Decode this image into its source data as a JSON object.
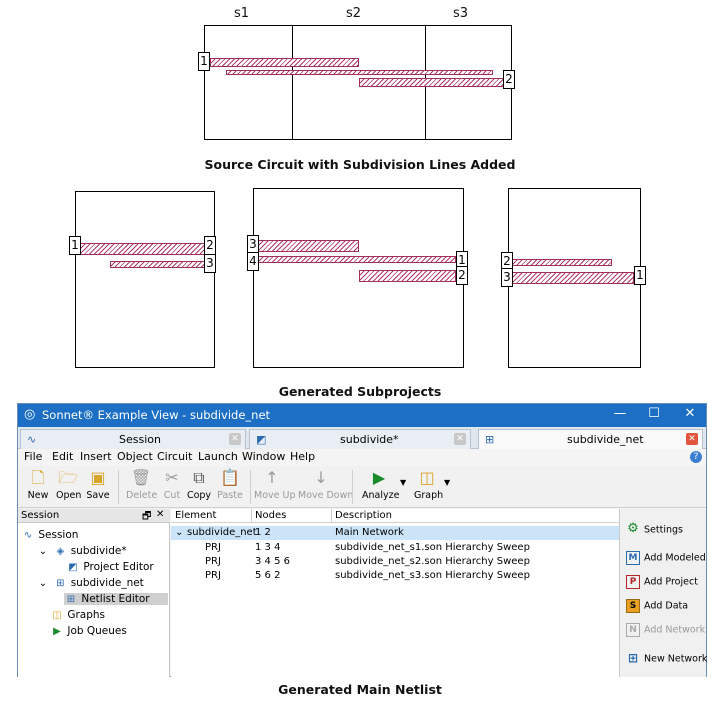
{
  "figure": {
    "segment_labels": [
      "s1",
      "s2",
      "s3"
    ],
    "captions": {
      "source": "Source Circuit with Subdivision Lines Added",
      "subprojects": "Generated Subprojects",
      "main_netlist": "Generated Main Netlist"
    },
    "source_ports": [
      "1",
      "2"
    ],
    "sub1_ports": [
      "1",
      "2",
      "3"
    ],
    "sub2_ports": [
      "3",
      "4",
      "1",
      "2"
    ],
    "sub3_ports": [
      "2",
      "3",
      "1"
    ],
    "strip_color": "#b23a6a"
  },
  "window": {
    "title": "Sonnet® Example View - subdivide_net",
    "accent_color": "#1c6fc4",
    "controls": [
      "—",
      "☐",
      "✕"
    ],
    "tabs": [
      {
        "label": "Session",
        "active": false
      },
      {
        "label": "subdivide*",
        "active": false
      },
      {
        "label": "subdivide_net",
        "active": true
      }
    ],
    "menu": [
      "File",
      "Edit",
      "Insert",
      "Object",
      "Circuit",
      "Launch",
      "Window",
      "Help"
    ],
    "help_icon": "?",
    "toolbar": {
      "new": "New",
      "open": "Open",
      "save": "Save",
      "delete": "Delete",
      "cut": "Cut",
      "copy": "Copy",
      "paste": "Paste",
      "move_up": "Move Up",
      "move_down": "Move Down",
      "analyze": "Analyze",
      "graph": "Graph"
    },
    "session": {
      "header": "Session",
      "root": "Session",
      "items": [
        {
          "label": "subdivide*"
        },
        {
          "label": "Project Editor"
        },
        {
          "label": "subdivide_net"
        },
        {
          "label": "Netlist Editor"
        },
        {
          "label": "Graphs"
        },
        {
          "label": "Job Queues"
        }
      ]
    },
    "netlist": {
      "columns": [
        "Element",
        "Nodes",
        "Description"
      ],
      "rows": [
        {
          "element": "subdivide_net",
          "nodes": "1 2",
          "description": "Main Network"
        },
        {
          "element": "PRJ",
          "nodes": "1 3 4",
          "description": "subdivide_net_s1.son Hierarchy Sweep"
        },
        {
          "element": "PRJ",
          "nodes": "3 4 5 6",
          "description": "subdivide_net_s2.son Hierarchy Sweep"
        },
        {
          "element": "PRJ",
          "nodes": "5 6 2",
          "description": "subdivide_net_s3.son Hierarchy Sweep"
        }
      ]
    },
    "right_panel": {
      "settings": "Settings",
      "add_modeled": "Add Modeled",
      "add_project": "Add Project",
      "add_data": "Add Data",
      "add_network": "Add Network",
      "new_network": "New Network"
    }
  }
}
